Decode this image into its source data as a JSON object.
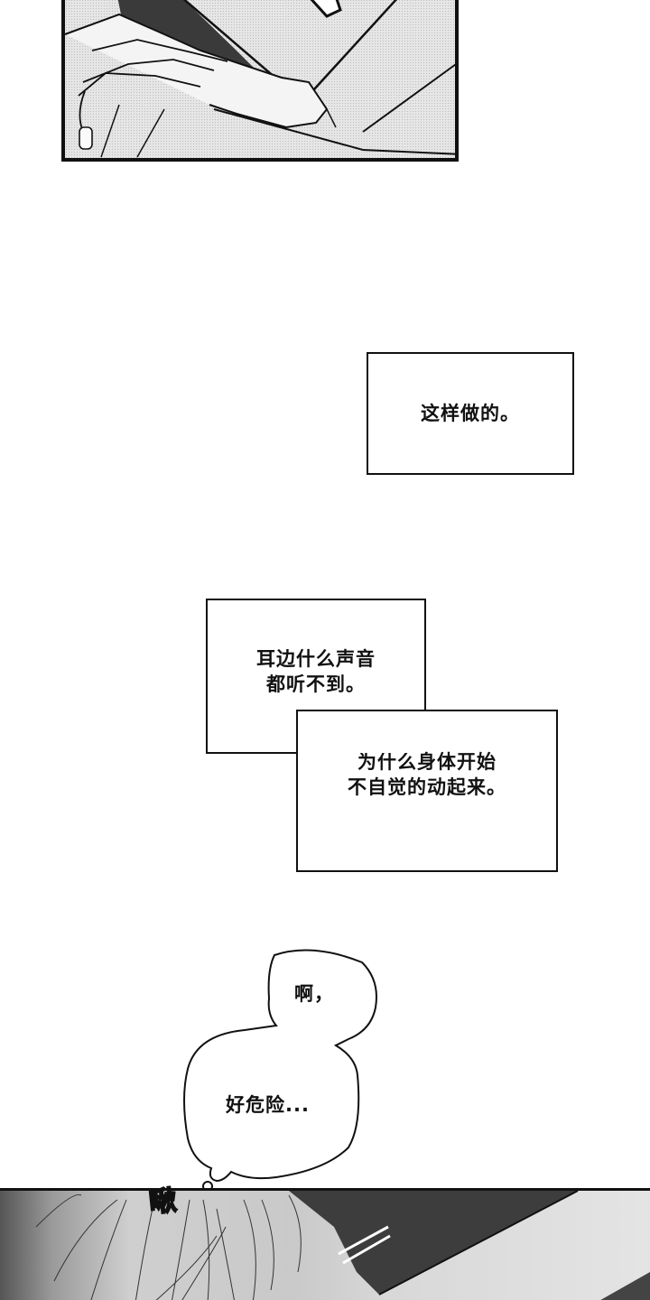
{
  "panels": {
    "top": {
      "description": "hand gripping collar (screentone illustration)"
    },
    "bottom": {
      "description": "close-up of hair, two characters (screentone illustration)"
    }
  },
  "captions": [
    {
      "lines": [
        "这样做的。"
      ]
    },
    {
      "lines": [
        "耳边什么声音",
        "都听不到。"
      ]
    },
    {
      "lines": [
        "为什么身体开始",
        "不自觉的动起来。"
      ]
    }
  ],
  "thought_bubble": {
    "lines": [
      "啊，",
      "好危险..."
    ]
  },
  "sfx": {
    "text": "啾"
  },
  "colors": {
    "ink": "#111111",
    "paper": "#ffffff",
    "tone_light": "#e6e6e6",
    "tone_dark": "#3a3a3a"
  }
}
